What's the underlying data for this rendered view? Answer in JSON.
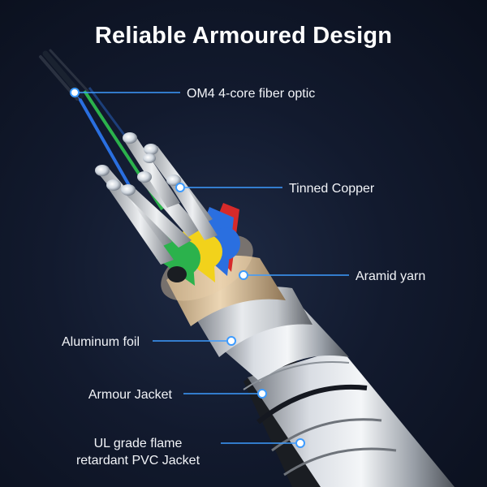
{
  "title": "Reliable Armoured Design",
  "callouts": {
    "fiber": "OM4 4-core fiber optic",
    "copper": "Tinned Copper",
    "aramid": "Aramid yarn",
    "foil": "Aluminum foil",
    "armour": "Armour Jacket",
    "pvc_line1": "UL grade flame",
    "pvc_line2": "retardant PVC Jacket"
  },
  "colors": {
    "callout_line": "#3d9bff",
    "background": "#121a2e",
    "wire_green": "#2bb24c",
    "wire_yellow": "#f2d21b",
    "wire_blue": "#2a6fe0",
    "wire_red": "#d62a2a",
    "aramid": "#d9bf98",
    "armour": "#b9bec6"
  }
}
